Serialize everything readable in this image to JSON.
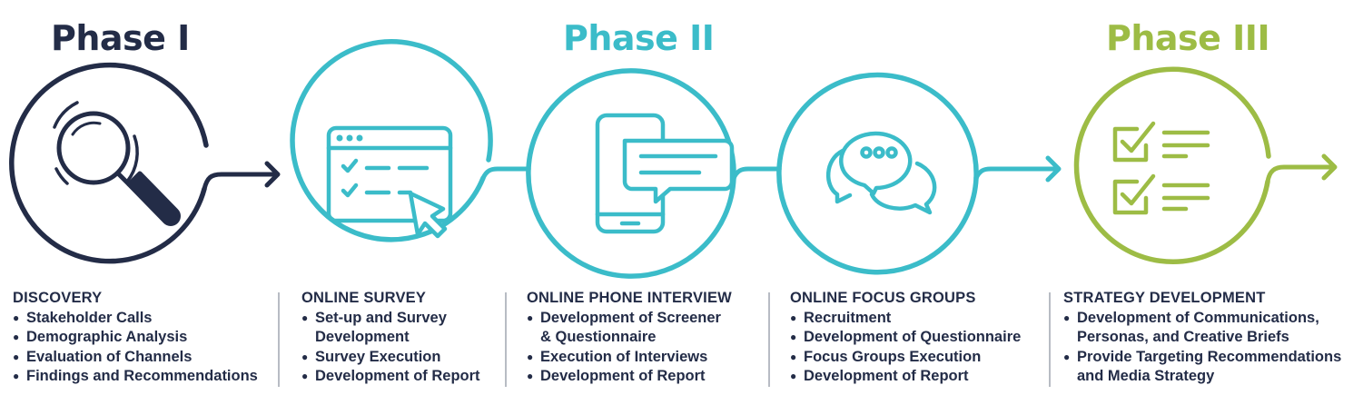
{
  "colors": {
    "navy": "#232c47",
    "teal": "#3bbcc9",
    "green": "#9dbc45",
    "divider": "#b8bcc4"
  },
  "phases": [
    {
      "title": "Phase I",
      "color": "#232c47"
    },
    {
      "title": "Phase II",
      "color": "#3bbcc9"
    },
    {
      "title": "Phase III",
      "color": "#9dbc45"
    }
  ],
  "icons": [
    "magnifier-icon",
    "survey-browser-icon",
    "phone-chat-icon",
    "chat-bubbles-icon",
    "checklist-icon"
  ],
  "columns": [
    {
      "heading": "DISCOVERY",
      "items": [
        "Stakeholder Calls",
        "Demographic Analysis",
        "Evaluation of Channels",
        "Findings and Recommendations"
      ]
    },
    {
      "heading": "ONLINE SURVEY",
      "items": [
        "Set-up and Survey Development",
        "Survey Execution",
        "Development of Report"
      ]
    },
    {
      "heading": "ONLINE PHONE INTERVIEW",
      "items": [
        "Development of Screener & Questionnaire",
        "Execution of Interviews",
        "Development of Report"
      ]
    },
    {
      "heading": "ONLINE FOCUS GROUPS",
      "items": [
        "Recruitment",
        "Development of Questionnaire",
        "Focus Groups Execution",
        "Development of Report"
      ]
    },
    {
      "heading": "STRATEGY DEVELOPMENT",
      "items": [
        "Development of Communications, Personas, and Creative Briefs",
        "Provide Targeting Recommendations and Media Strategy"
      ]
    }
  ]
}
